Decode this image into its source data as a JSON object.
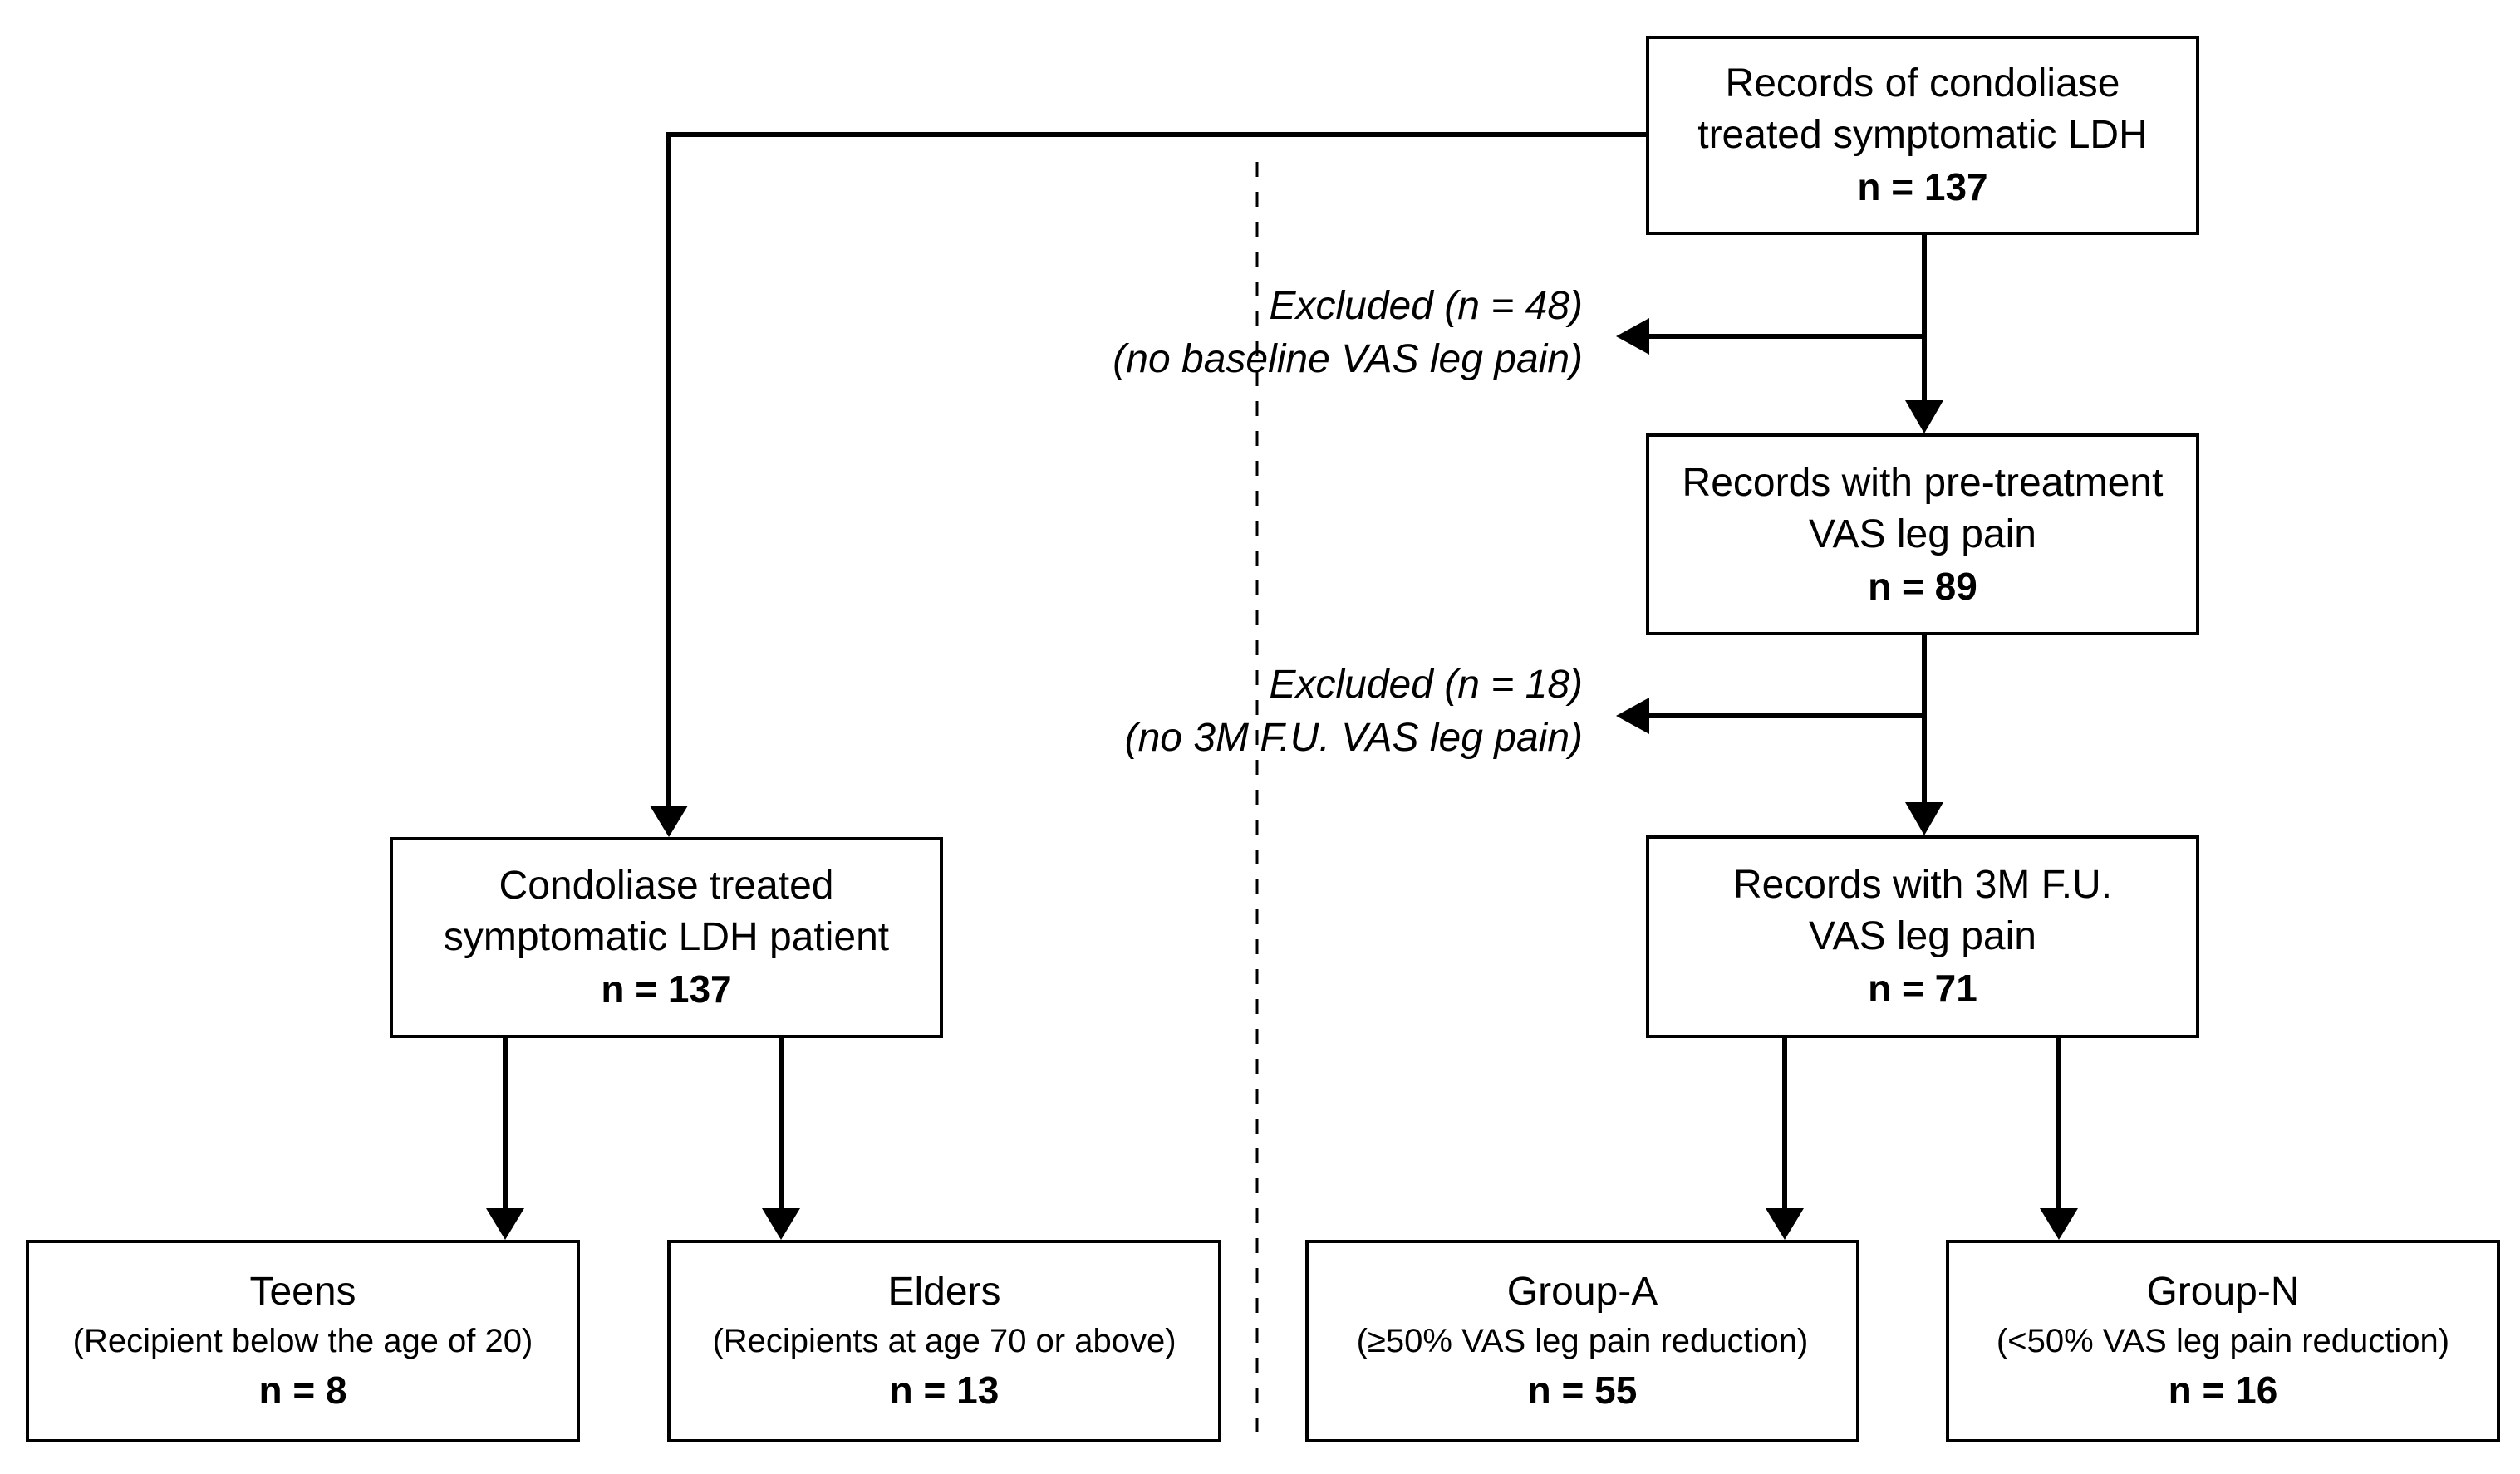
{
  "boxes": {
    "records_all": {
      "line1": "Records of condoliase",
      "line2": "treated symptomatic LDH",
      "n": "n = 137"
    },
    "records_pre": {
      "line1": "Records with pre-treatment",
      "line2": "VAS leg pain",
      "n": "n = 89"
    },
    "records_3m": {
      "line1": "Records with 3M F.U.",
      "line2": "VAS leg pain",
      "n": "n = 71"
    },
    "patients": {
      "line1": "Condoliase treated",
      "line2": "symptomatic LDH patient",
      "n": "n = 137"
    },
    "teens": {
      "title": "Teens",
      "desc": "(Recipient below the age of 20)",
      "n": "n = 8"
    },
    "elders": {
      "title": "Elders",
      "desc": "(Recipients at age 70 or above)",
      "n": "n = 13"
    },
    "group_a": {
      "title": "Group-A",
      "desc": "(≥50% VAS leg pain reduction)",
      "n": "n = 55"
    },
    "group_n": {
      "title": "Group-N",
      "desc": "(<50% VAS leg pain reduction)",
      "n": "n = 16"
    }
  },
  "exclusions": {
    "first": {
      "line1": "Excluded (n = 48)",
      "line2": "(no baseline VAS leg pain)"
    },
    "second": {
      "line1": "Excluded (n = 18)",
      "line2": "(no 3M F.U. VAS leg pain)"
    }
  }
}
